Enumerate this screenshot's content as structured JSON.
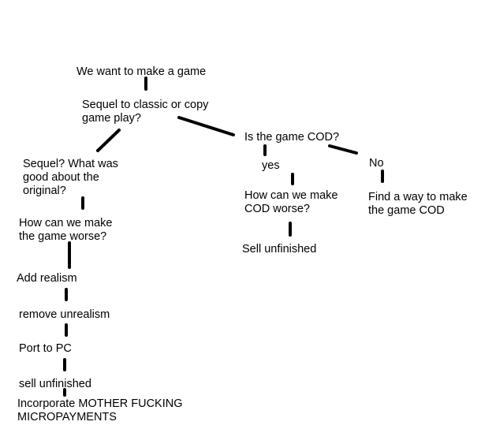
{
  "nodes": {
    "root": "We want to make a game",
    "q1": "Sequel to classic or copy\ngame play?",
    "is_cod": "Is the game COD?",
    "yes": "yes",
    "no": "No",
    "how_cod_worse": "How can we make\nCOD worse?",
    "find_way": "Find a way to make\nthe game COD",
    "sell_unfinished_right": "Sell unfinished",
    "sequel_good": "Sequel? What was\ngood about the\noriginal?",
    "how_game_worse": "How can we make\nthe game worse?",
    "add_realism": "Add realism",
    "remove_unrealism": "remove unrealism",
    "port_pc": "Port to PC",
    "sell_unfinished_left": "sell unfinished",
    "micropayments": "Incorporate MOTHER FUCKING\nMICROPAYMENTS"
  }
}
